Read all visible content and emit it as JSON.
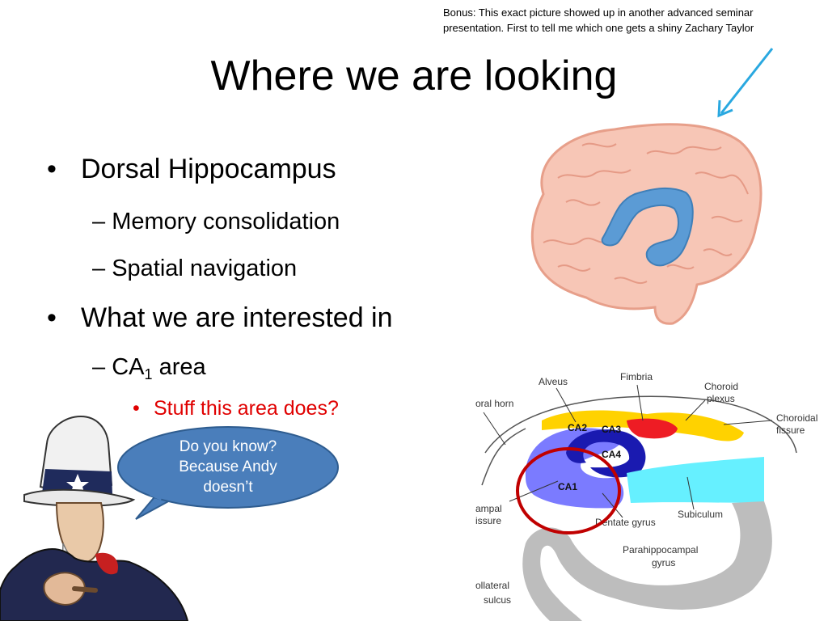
{
  "bonus": {
    "line1": "Bonus: This exact picture showed up in another advanced seminar",
    "line2": "presentation. First to tell me which one gets a shiny Zachary Taylor"
  },
  "title": "Where we are looking",
  "bullets": {
    "b1": "Dorsal Hippocampus",
    "b1_sub1": "Memory consolidation",
    "b1_sub2": "Spatial navigation",
    "b2": "What we are interested in",
    "b2_sub1_prefix": "CA",
    "b2_sub1_subscript": "1",
    "b2_sub1_suffix": " area",
    "b2_sub1_item": "Stuff this area does?",
    "bullet_char": "•",
    "dash_char": "–"
  },
  "speech_bubble": {
    "line1": "Do you know?",
    "line2": "Because Andy",
    "line3": "doesn’t"
  },
  "diagram_labels": {
    "alveus": "Alveus",
    "fimbria": "Fimbria",
    "choroid_plexus_1": "Choroid",
    "choroid_plexus_2": "plexus",
    "temporal_horn": "oral horn",
    "choroidal_fissure_1": "Choroidal",
    "choroidal_fissure_2": "fissure",
    "ca2": "CA2",
    "ca3": "CA3",
    "ca4": "CA4",
    "ca1": "CA1",
    "hippocampal_fissure_1": "ampal",
    "hippocampal_fissure_2": "issure",
    "dentate_gyrus": "Dentate gyrus",
    "subiculum": "Subiculum",
    "parahippocampal_1": "Parahippocampal",
    "parahippocampal_2": "gyrus",
    "collateral_1": "ollateral",
    "collateral_2": "sulcus"
  },
  "colors": {
    "text": "#000000",
    "highlight_red": "#e00000",
    "arrow": "#29a8e0",
    "bubble_fill": "#4a7ebb",
    "circle": "#c00000",
    "brain_fill": "#f7c6b6",
    "hippocampus_blue": "#5b9bd5"
  },
  "icons": {
    "arrow": "arrow-down-left-icon",
    "brain": "brain-illustration",
    "uncle_sam": "uncle-sam-illustration"
  }
}
